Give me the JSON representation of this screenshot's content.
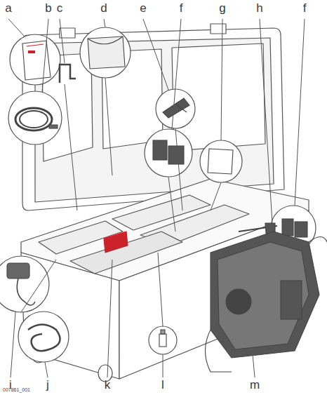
{
  "diagram": {
    "labels": [
      "a",
      "b",
      "c",
      "d",
      "e",
      "f",
      "g",
      "h",
      "f",
      "i",
      "j",
      "k",
      "l",
      "m",
      "007861_001"
    ]
  }
}
